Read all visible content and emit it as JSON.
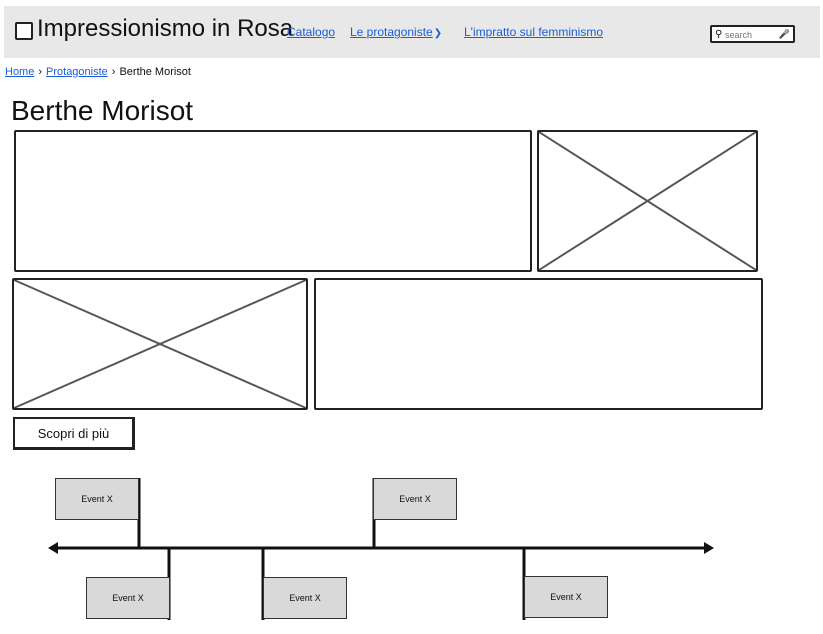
{
  "header": {
    "brand": "Impressionismo in Rosa",
    "nav": [
      {
        "label": "Catalogo"
      },
      {
        "label": "Le protagoniste",
        "has_dropdown": true
      },
      {
        "label": "L'impratto sul femminismo"
      }
    ],
    "search": {
      "placeholder": "search",
      "icon": "search-icon",
      "mic_icon": "microphone-icon"
    }
  },
  "breadcrumb": {
    "items": [
      {
        "label": "Home",
        "link": true
      },
      {
        "label": "Protagoniste",
        "link": true
      },
      {
        "label": "Berthe Morisot",
        "link": false
      }
    ],
    "separator": "›"
  },
  "page": {
    "title": "Berthe Morisot",
    "cta_label": "Scopri di più"
  },
  "timeline": {
    "events_top": [
      "Event X",
      "Event X"
    ],
    "events_bottom": [
      "Event X",
      "Event X",
      "Event X"
    ]
  },
  "colors": {
    "header_bg": "#e8e8e8",
    "link": "#1a5fd6",
    "event_bg": "#d9d9d9"
  }
}
